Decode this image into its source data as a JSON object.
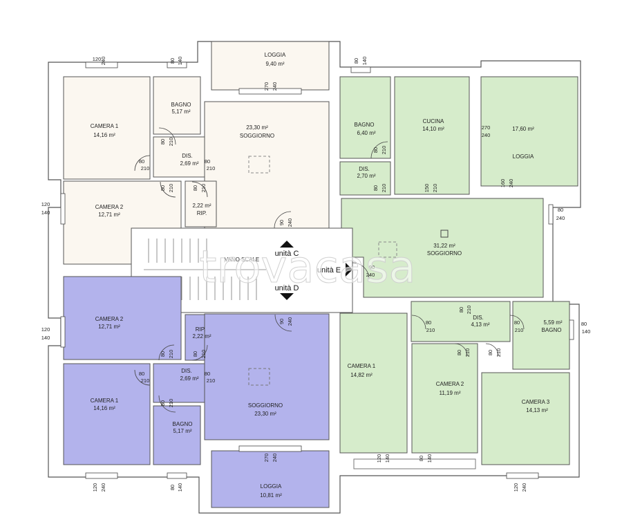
{
  "watermark": "trovacasa",
  "colors": {
    "unit_c": "#fbf7f0",
    "unit_d": "#b3b3ec",
    "unit_e": "#d6eccb",
    "walls": "#555555",
    "wall_gray": "#d0d0d0"
  },
  "units": {
    "c": "unità C",
    "d": "unità D",
    "e": "unità E"
  },
  "stair": {
    "label": "VANO SCALE"
  },
  "unit_c_rooms": {
    "loggia": {
      "name": "LOGGIA",
      "area": "9,40 m²"
    },
    "bagno": {
      "name": "BAGNO",
      "area": "5,17 m²"
    },
    "camera1": {
      "name": "CAMERA 1",
      "area": "14,16 m²"
    },
    "dis": {
      "name": "DIS.",
      "area": "2,69 m²"
    },
    "soggiorno": {
      "name": "SOGGIORNO",
      "area": "23,30 m²"
    },
    "camera2": {
      "name": "CAMERA 2",
      "area": "12,71 m²"
    },
    "rip": {
      "name": "RIP.",
      "area": "2,22 m²"
    }
  },
  "unit_d_rooms": {
    "camera2": {
      "name": "CAMERA 2",
      "area": "12,71 m²"
    },
    "rip": {
      "name": "RIP.",
      "area": "2,22 m²"
    },
    "dis": {
      "name": "DIS.",
      "area": "2,69 m²"
    },
    "camera1": {
      "name": "CAMERA 1",
      "area": "14,16 m²"
    },
    "soggiorno": {
      "name": "SOGGIORNO",
      "area": "23,30 m²"
    },
    "bagno": {
      "name": "BAGNO",
      "area": "5,17 m²"
    },
    "loggia": {
      "name": "LOGGIA",
      "area": "10,81 m²"
    }
  },
  "unit_e_rooms": {
    "bagno_top": {
      "name": "BAGNO",
      "area": "6,40 m²"
    },
    "cucina": {
      "name": "CUCINA",
      "area": "14,10 m²"
    },
    "loggia": {
      "name": "LOGGIA",
      "area": "17,60 m²"
    },
    "dis_top": {
      "name": "DIS.",
      "area": "2,70 m²"
    },
    "soggiorno": {
      "name": "SOGGIORNO",
      "area": "31,22 m²"
    },
    "dis": {
      "name": "DIS.",
      "area": "4,13 m²"
    },
    "bagno": {
      "name": "BAGNO",
      "area": "5,59 m²"
    },
    "camera1": {
      "name": "CAMERA 1",
      "area": "14,82 m²"
    },
    "camera2": {
      "name": "CAMERA 2",
      "area": "11,19 m²"
    },
    "camera3": {
      "name": "CAMERA 3",
      "area": "14,13 m²"
    }
  },
  "dims": {
    "d80": "80",
    "d90": "90",
    "d120": "120",
    "d140": "140",
    "d150": "150",
    "d160": "160",
    "d210": "210",
    "d240": "240",
    "d270": "270"
  }
}
